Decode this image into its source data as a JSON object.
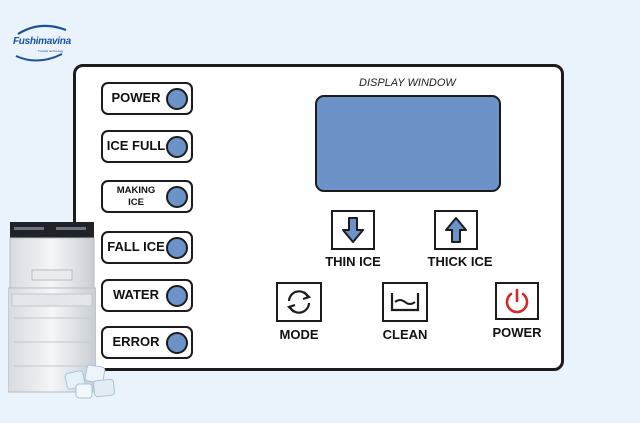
{
  "logo": {
    "name": "Fushimavina",
    "tagline": "Trusted technology"
  },
  "indicators": [
    {
      "label": "POWER",
      "led_color": "#6c93c8"
    },
    {
      "label": "ICE FULL",
      "led_color": "#6c93c8"
    },
    {
      "label": "MAKING ICE",
      "led_color": "#6c93c8"
    },
    {
      "label": "FALL ICE",
      "led_color": "#6c93c8"
    },
    {
      "label": "WATER",
      "led_color": "#6c93c8"
    },
    {
      "label": "ERROR",
      "led_color": "#6c93c8"
    }
  ],
  "display": {
    "label": "DISPLAY WINDOW",
    "color": "#6c93c8"
  },
  "controls": {
    "thin_ice": {
      "label": "THIN ICE",
      "icon": "arrow-down-icon"
    },
    "thick_ice": {
      "label": "THICK ICE",
      "icon": "arrow-up-icon"
    },
    "mode": {
      "label": "MODE",
      "icon": "cycle-icon"
    },
    "clean": {
      "label": "CLEAN",
      "icon": "basin-icon"
    },
    "power": {
      "label": "POWER",
      "icon": "power-icon",
      "icon_color": "#d62828"
    }
  },
  "colors": {
    "background": "#eaf3fb",
    "accent_blue": "#6c93c8",
    "outline": "#1c1c1c"
  }
}
